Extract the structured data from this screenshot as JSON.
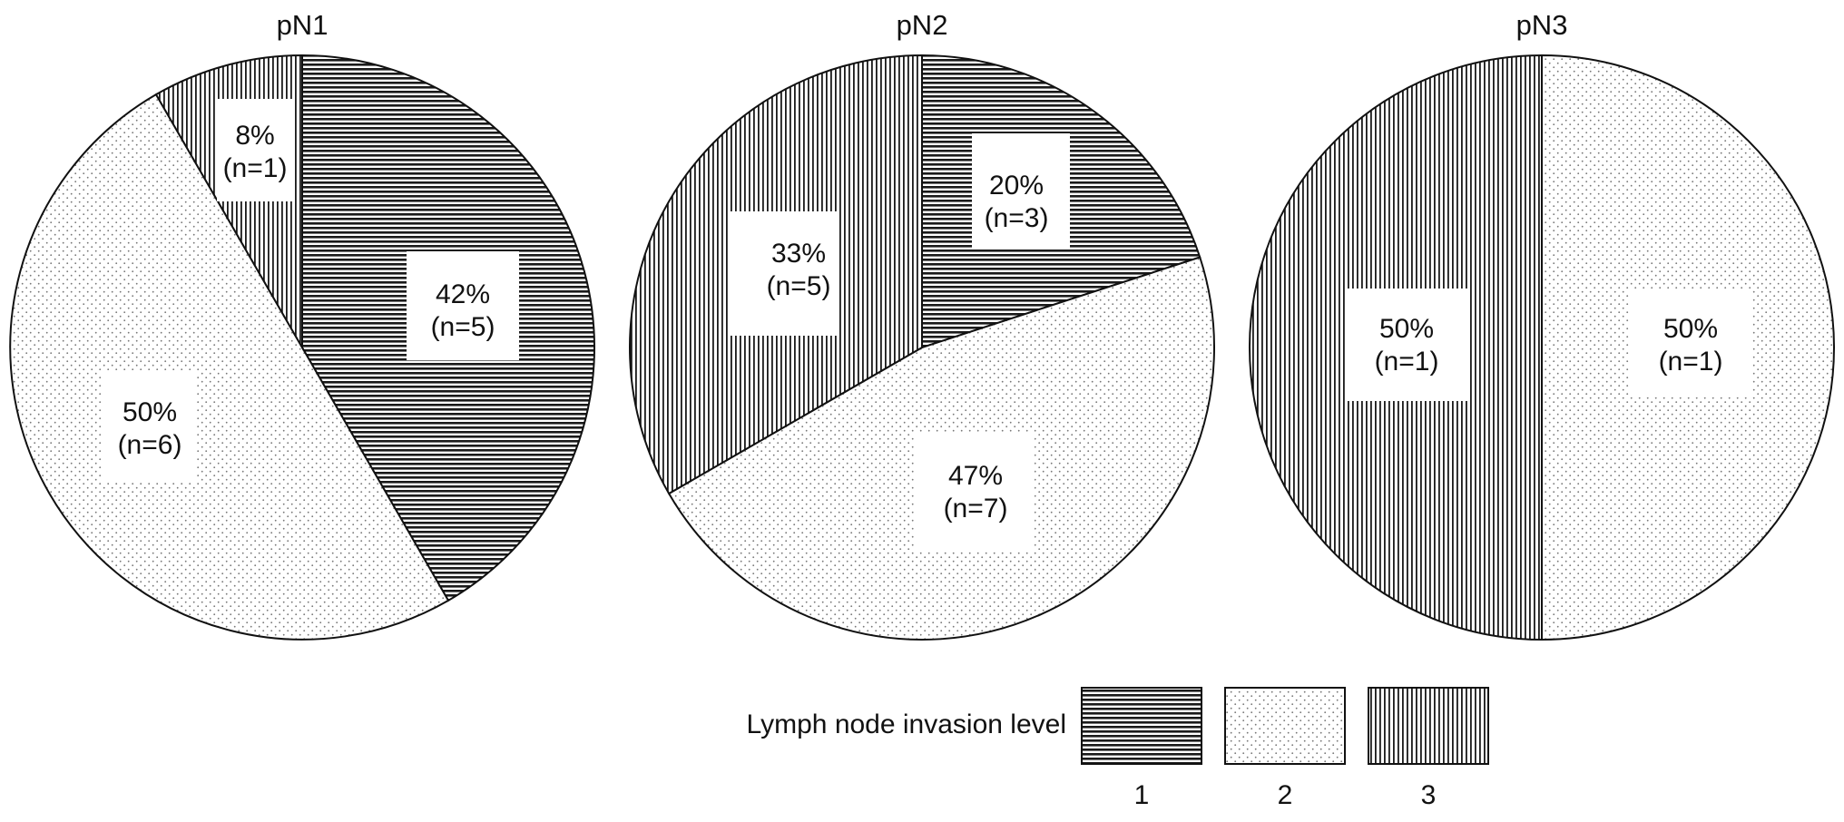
{
  "chart_data": [
    {
      "type": "pie",
      "title": "pN1",
      "slices": [
        {
          "level": "1",
          "percent_label": "42%",
          "n_label": "(n=5)",
          "n": 5
        },
        {
          "level": "2",
          "percent_label": "50%",
          "n_label": "(n=6)",
          "n": 6
        },
        {
          "level": "3",
          "percent_label": "8%",
          "n_label": "(n=1)",
          "n": 1
        }
      ]
    },
    {
      "type": "pie",
      "title": "pN2",
      "slices": [
        {
          "level": "1",
          "percent_label": "20%",
          "n_label": "(n=3)",
          "n": 3
        },
        {
          "level": "2",
          "percent_label": "47%",
          "n_label": "(n=7)",
          "n": 7
        },
        {
          "level": "3",
          "percent_label": "33%",
          "n_label": "(n=5)",
          "n": 5
        }
      ]
    },
    {
      "type": "pie",
      "title": "pN3",
      "slices": [
        {
          "level": "2",
          "percent_label": "50%",
          "n_label": "(n=1)",
          "n": 1
        },
        {
          "level": "3",
          "percent_label": "50%",
          "n_label": "(n=1)",
          "n": 1
        }
      ]
    }
  ],
  "legend": {
    "title": "Lymph node invasion level",
    "items": [
      {
        "label": "1",
        "pattern": "horizontal-stripes"
      },
      {
        "label": "2",
        "pattern": "dots"
      },
      {
        "label": "3",
        "pattern": "vertical-stripes"
      }
    ]
  }
}
